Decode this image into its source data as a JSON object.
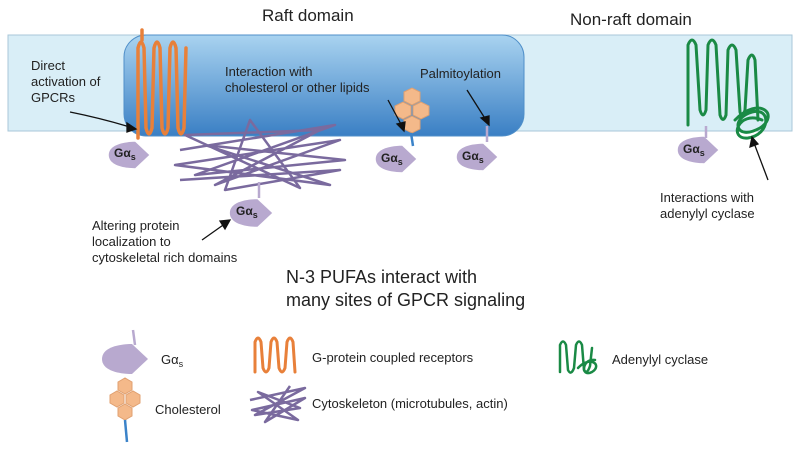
{
  "headers": {
    "raft": "Raft domain",
    "nonraft": "Non-raft domain"
  },
  "labels": {
    "direct": [
      "Direct",
      "activation of",
      "GPCRs"
    ],
    "interaction": [
      "Interaction with",
      "cholesterol or other lipids"
    ],
    "palmitoylation": "Palmitoylation",
    "altering": [
      "Altering protein",
      "localization to",
      "cytoskeletal rich domains"
    ],
    "adenylyl": [
      "Interactions with",
      "adenylyl cyclase"
    ]
  },
  "caption": [
    "N-3 PUFAs interact with",
    "many sites of GPCR signaling"
  ],
  "galpha": {
    "main": "Gα",
    "sub": "s"
  },
  "legend": {
    "gas": {
      "main": "Gα",
      "sub": "s"
    },
    "gpcr": "G-protein coupled receptors",
    "adenylyl": "Adenylyl cyclase",
    "cholesterol": "Cholesterol",
    "cytoskeleton": "Cytoskeleton (microtubules, actin)"
  },
  "colors": {
    "membrane": "#d9eef7",
    "raft_top": "#8fc3e8",
    "raft_bottom": "#3b83c9",
    "gpcr": "#e8803a",
    "adenylyl": "#1a8a45",
    "cytoskeleton": "#7a6a9e",
    "galpha": "#b8a9cf",
    "cholesterol": "#f4b98a"
  }
}
